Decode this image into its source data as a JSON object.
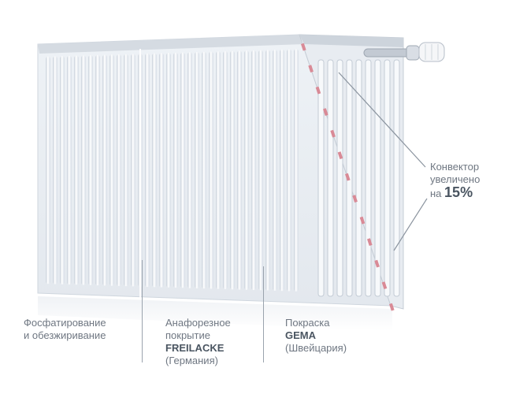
{
  "labels": {
    "stage1_line1": "Фосфатирование",
    "stage1_line2": "и обезжиривание",
    "stage2_line1": "Анафорезное",
    "stage2_line2": "покрытие",
    "stage2_brand": "FREILACKE",
    "stage2_country": "(Германия)",
    "stage3_line1": "Покраска",
    "stage3_brand": "GEMA",
    "stage3_country": "(Швейцария)",
    "callout_line1": "Конвектор",
    "callout_line2": "увеличено",
    "callout_prefix": "на",
    "callout_value": "15%"
  },
  "colors": {
    "panel_light": "#f3f6fa",
    "panel_mid": "#dfe5ec",
    "panel_shadow": "#c8d0da",
    "label_gray": "#6f7782",
    "accent_pink": "#d98a96"
  }
}
